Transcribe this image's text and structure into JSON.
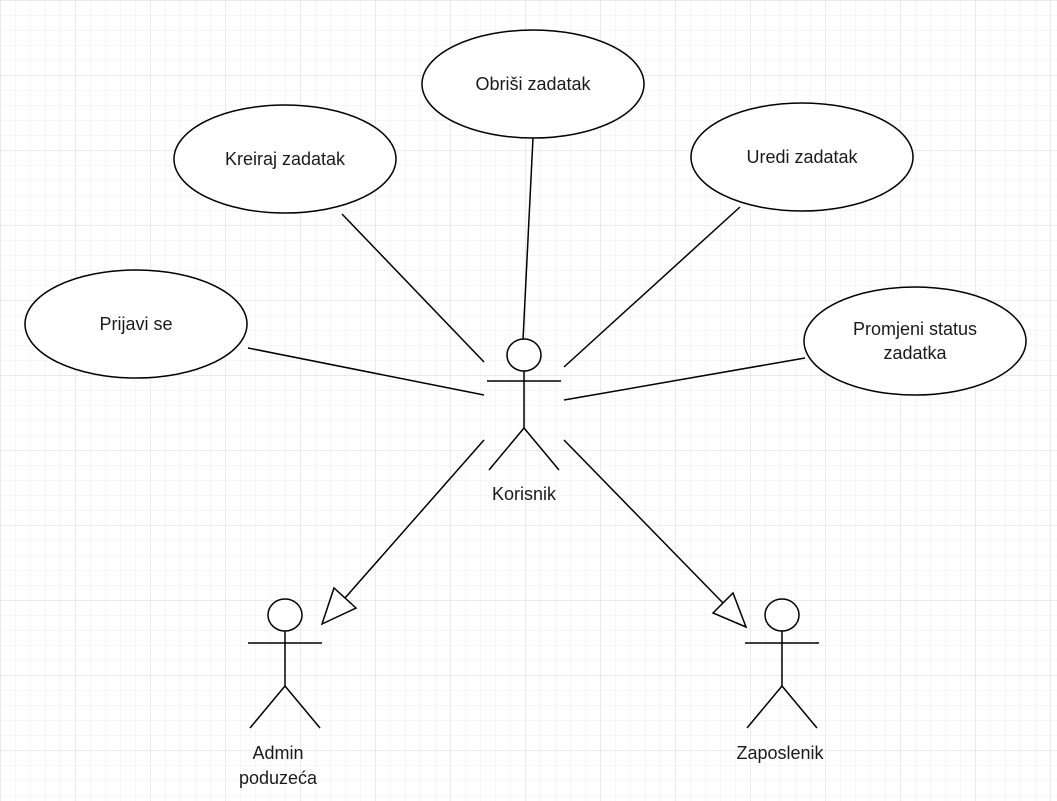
{
  "use_cases": {
    "obrisi": "Obriši zadatak",
    "kreiraj": "Kreiraj zadatak",
    "uredi": "Uredi zadatak",
    "prijavi": "Prijavi se",
    "promjeni_line1": "Promjeni status",
    "promjeni_line2": "zadatka"
  },
  "actors": {
    "korisnik": "Korisnik",
    "admin_line1": "Admin",
    "admin_line2": "poduzeća",
    "zaposlenik": "Zaposlenik"
  },
  "colors": {
    "background": "#ffffff",
    "grid_minor": "#ececec",
    "grid_major": "#d6d6d6",
    "stroke": "#000000",
    "text": "#1a1a1a"
  }
}
